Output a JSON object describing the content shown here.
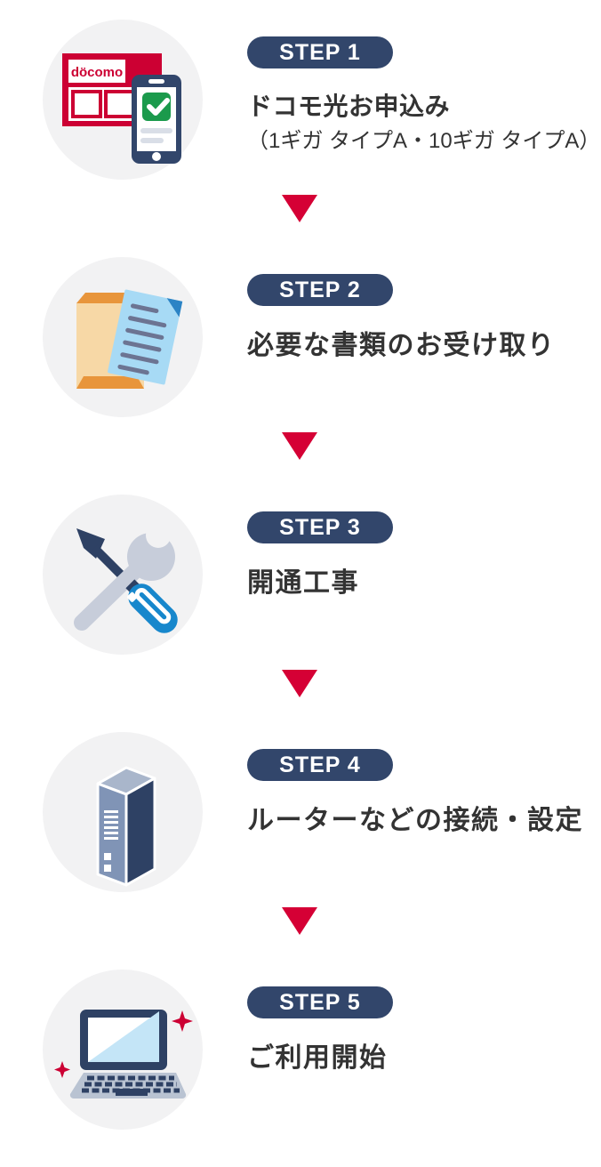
{
  "colors": {
    "badge_navy": "#32466B",
    "icon_navy": "#2E4164",
    "docomo_red": "#CC0033",
    "arrow_red": "#D50035",
    "circle_bg": "#F2F2F3",
    "text": "#333333",
    "wrench_gray": "#C7CDDA",
    "grip_blue": "#1787CC",
    "document_blue": "#A7DAF5",
    "document_fold_blue": "#2B83C5",
    "envelope_body": "#F7D8A6",
    "envelope_flap": "#E8953B",
    "router_front": "#8094B6",
    "laptop_screen_blue": "#C4E5F7",
    "laptop_base": "#B9C3D2",
    "check_green": "#1B9A4C"
  },
  "flow": {
    "steps": [
      {
        "badge": "STEP 1",
        "title": "ドコモ光お申込み",
        "subtitle": "（1ギガ タイプA・10ギガ タイプA）",
        "icon": "docomo-shop-smartphone-icon",
        "icon_text": "döcomo"
      },
      {
        "badge": "STEP 2",
        "title": "必要な書類のお受け取り",
        "icon": "envelope-documents-icon"
      },
      {
        "badge": "STEP 3",
        "title": "開通工事",
        "icon": "wrench-screwdriver-icon"
      },
      {
        "badge": "STEP 4",
        "title": "ルーターなどの接続・設定",
        "icon": "router-icon"
      },
      {
        "badge": "STEP 5",
        "title": "ご利用開始",
        "icon": "laptop-sparkles-icon"
      }
    ]
  }
}
